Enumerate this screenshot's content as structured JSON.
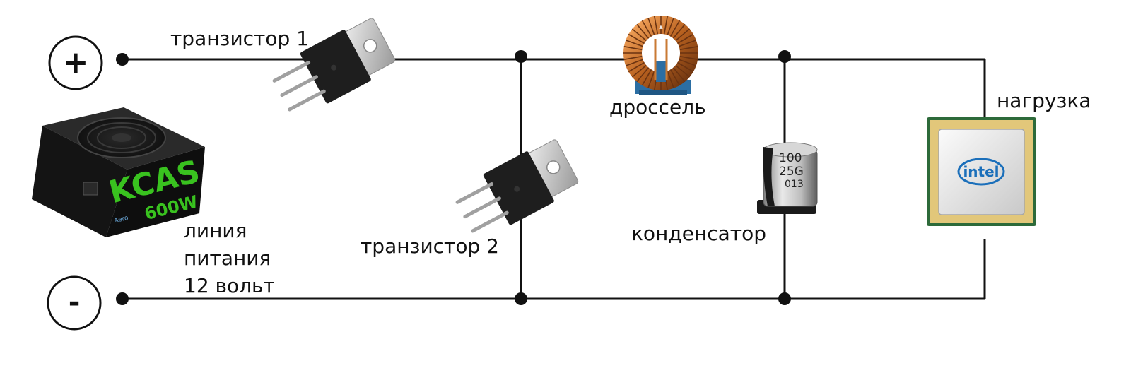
{
  "diagram": {
    "terminal_plus": "+",
    "terminal_minus": "-",
    "labels": {
      "transistor1": "транзистор 1",
      "transistor2": "транзистор 2",
      "choke": "дроссель",
      "capacitor": "конденсатор",
      "load": "нагрузка",
      "supply_line1": "линия",
      "supply_line2": "питания",
      "supply_line3": "12 вольт"
    },
    "psu": {
      "brand": "KCAS",
      "power": "600W",
      "maker": "Aero"
    },
    "capacitor_marking": {
      "line1": "100",
      "line2": "25G",
      "line3": "013"
    },
    "cpu_logo": "intel",
    "wire_color": "#111111"
  }
}
